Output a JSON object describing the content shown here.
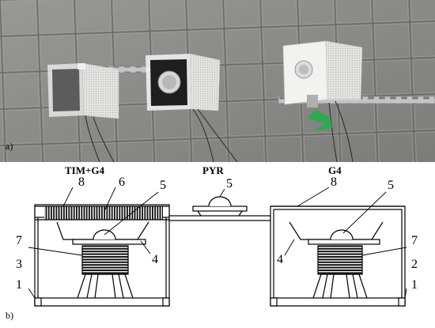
{
  "panels": {
    "a_label": "a)",
    "b_label": "b)"
  },
  "diagram": {
    "titles": {
      "tim_g4": "TIM+G4",
      "pyr": "PYR",
      "g4": "G4"
    },
    "numbers": {
      "n1_left": "1",
      "n1_right": "1",
      "n2": "2",
      "n3": "3",
      "n4_left": "4",
      "n4_right": "4",
      "n5_left": "5",
      "n5_mid": "5",
      "n5_right": "5",
      "n6": "6",
      "n7_left": "7",
      "n7_right": "7",
      "n8_left": "8",
      "n8_right": "8"
    }
  },
  "colors": {
    "wall": "#8a8a88",
    "tile_line": "#6c6c6a",
    "rail": "#b8b8b8",
    "box_white": "#eeeeec",
    "cable_green": "#2fa84f"
  }
}
